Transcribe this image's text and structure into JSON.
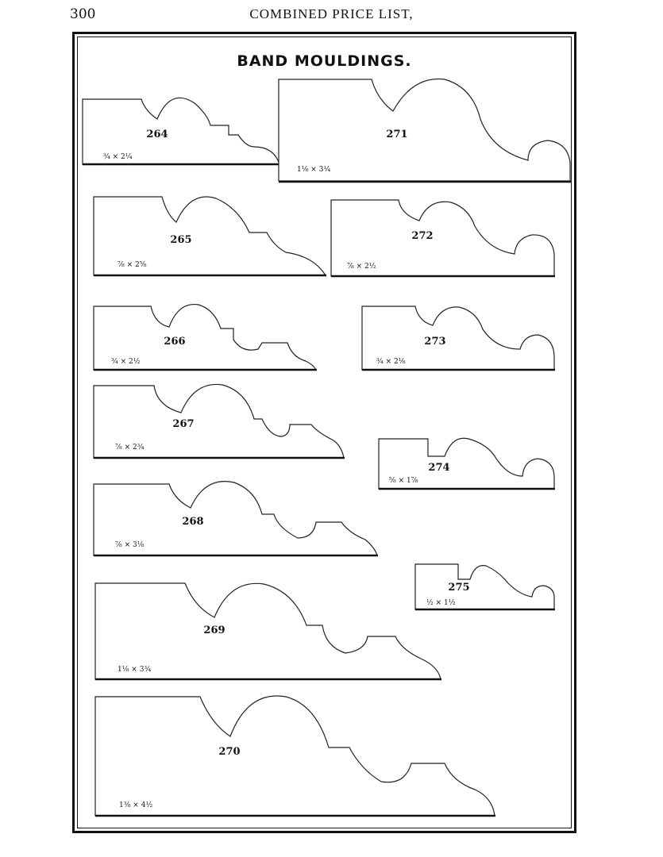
{
  "header": {
    "page_number": "300",
    "running_title": "COMBINED PRICE LIST,"
  },
  "plate": {
    "title": "BAND MOULDINGS."
  },
  "mouldings": [
    {
      "number": "264",
      "size": "¾ × 2¼"
    },
    {
      "number": "265",
      "size": "⅞ × 2⅝"
    },
    {
      "number": "266",
      "size": "¾ × 2½"
    },
    {
      "number": "267",
      "size": "⅞ × 2¾"
    },
    {
      "number": "268",
      "size": "⅞ × 3⅛"
    },
    {
      "number": "269",
      "size": "1⅛ × 3¾"
    },
    {
      "number": "270",
      "size": "1⅜ × 4½"
    },
    {
      "number": "271",
      "size": "1⅛ × 3¼"
    },
    {
      "number": "272",
      "size": "⅞ × 2½"
    },
    {
      "number": "273",
      "size": "¾ × 2⅛"
    },
    {
      "number": "274",
      "size": "⅝ × 1⅞"
    },
    {
      "number": "275",
      "size": "½ × 1½"
    }
  ]
}
